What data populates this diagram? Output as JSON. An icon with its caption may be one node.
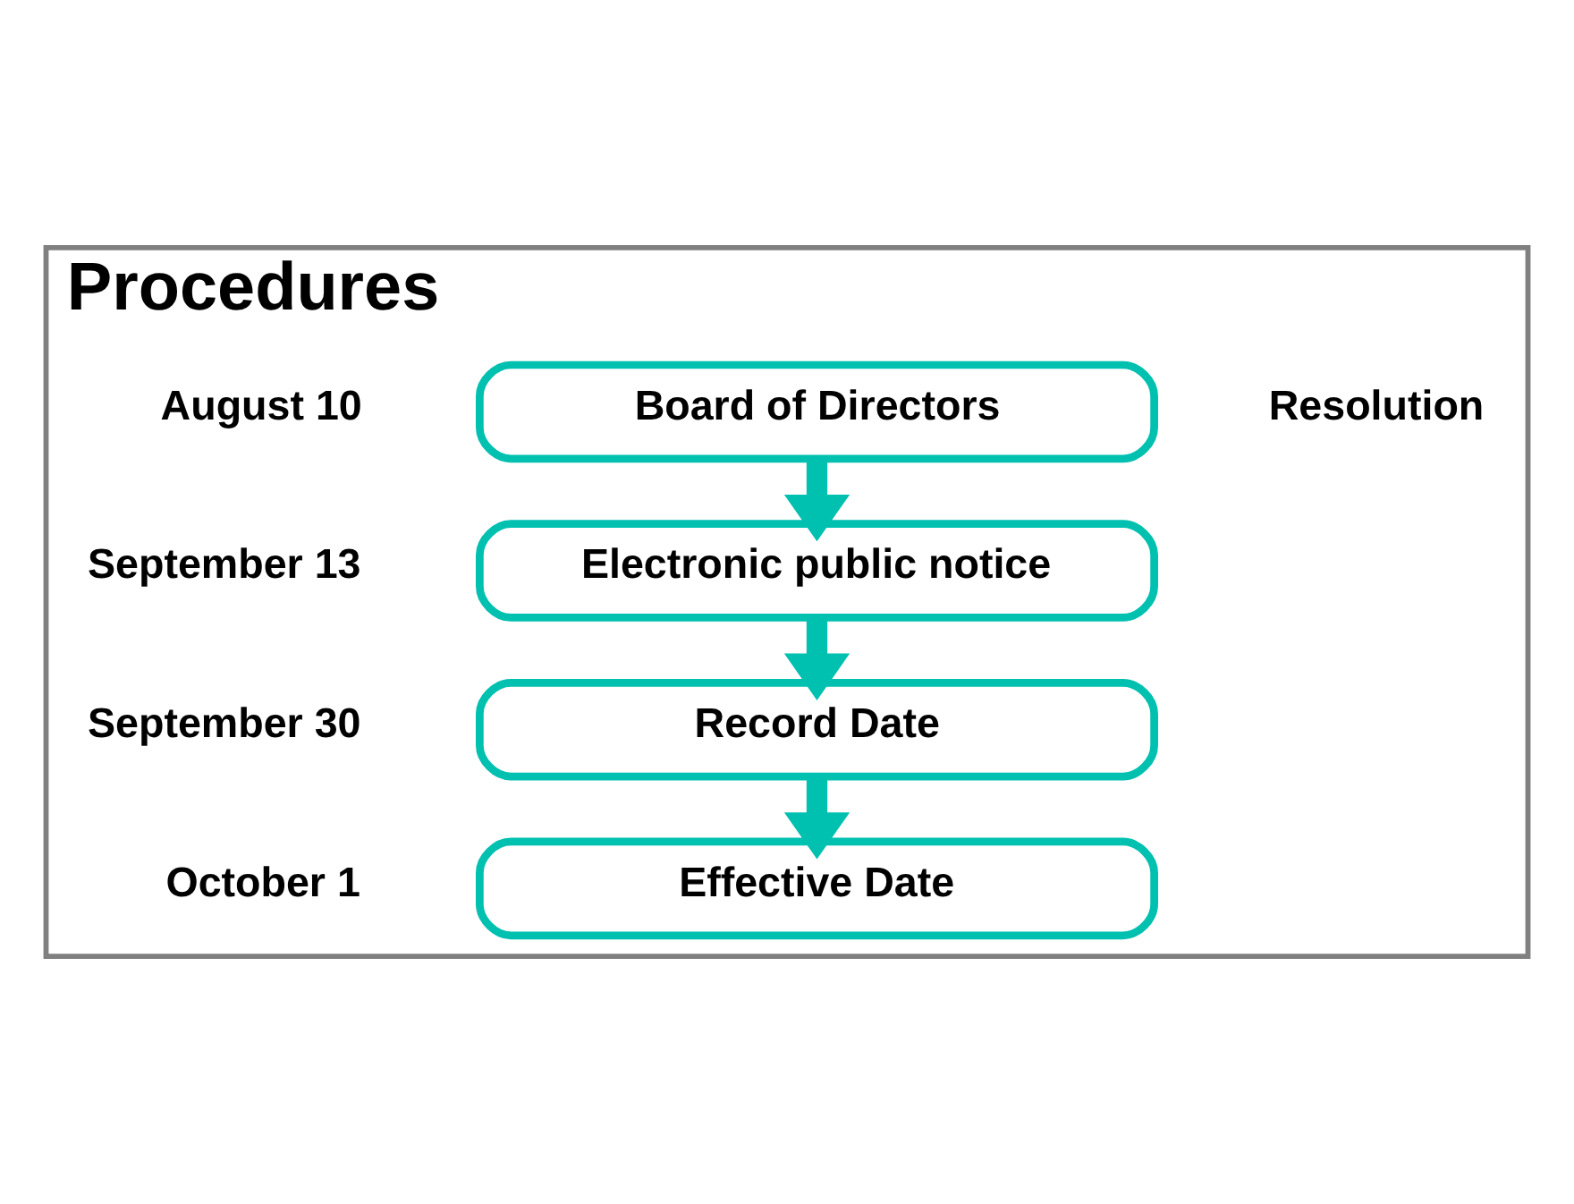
{
  "diagram": {
    "nodes": [
      {
        "text": [
          "Procedures"
        ]
      },
      {
        "text": [
          "Board of Directors"
        ],
        "in": 0,
        "beside": [
          "August 10",
          "Resolution"
        ]
      },
      {
        "text": [
          "Electronic public notice"
        ],
        "in": 0,
        "beside": [
          "September 13"
        ]
      },
      {
        "text": [
          "Record Date"
        ],
        "in": 0,
        "beside": [
          "September 30"
        ]
      },
      {
        "text": [
          "Effective Date"
        ],
        "in": 0,
        "beside": [
          "October 1"
        ]
      }
    ],
    "edges": [
      {
        "from": 1,
        "to": 2,
        "arrow": "to"
      },
      {
        "from": 2,
        "to": 3,
        "arrow": "to"
      },
      {
        "from": 3,
        "to": 4,
        "arrow": "to"
      }
    ]
  }
}
